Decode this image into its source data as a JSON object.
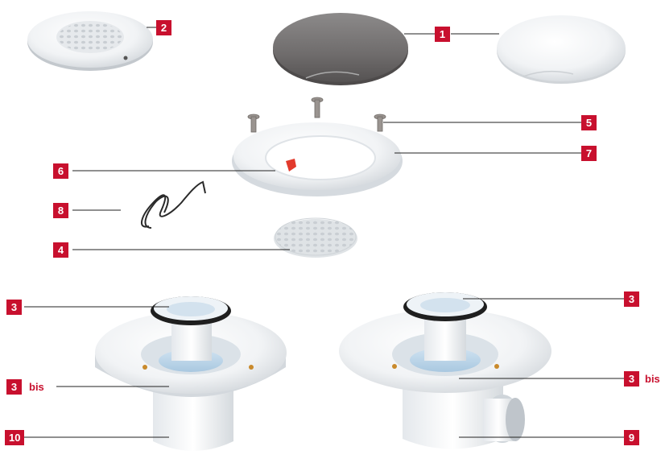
{
  "labels": {
    "l1": "1",
    "l2": "2",
    "l3a": "3",
    "l3b": "3",
    "l3bis_a": "3",
    "l3bis_b": "3",
    "bis_text_a": "bis",
    "bis_text_b": "bis",
    "l4": "4",
    "l5": "5",
    "l6": "6",
    "l7": "7",
    "l8": "8",
    "l9": "9",
    "l10": "10"
  },
  "colors": {
    "tag_bg": "#c8102e",
    "tag_text": "#ffffff",
    "bis_text": "#c8102e",
    "leader": "#222222"
  },
  "icons": [
    "drain-grate",
    "steel-cover",
    "white-cover",
    "screw",
    "clamp-ring",
    "cable-clip",
    "cleaning-hook",
    "hair-filter",
    "vertical-outlet-drain",
    "horizontal-outlet-drain"
  ]
}
